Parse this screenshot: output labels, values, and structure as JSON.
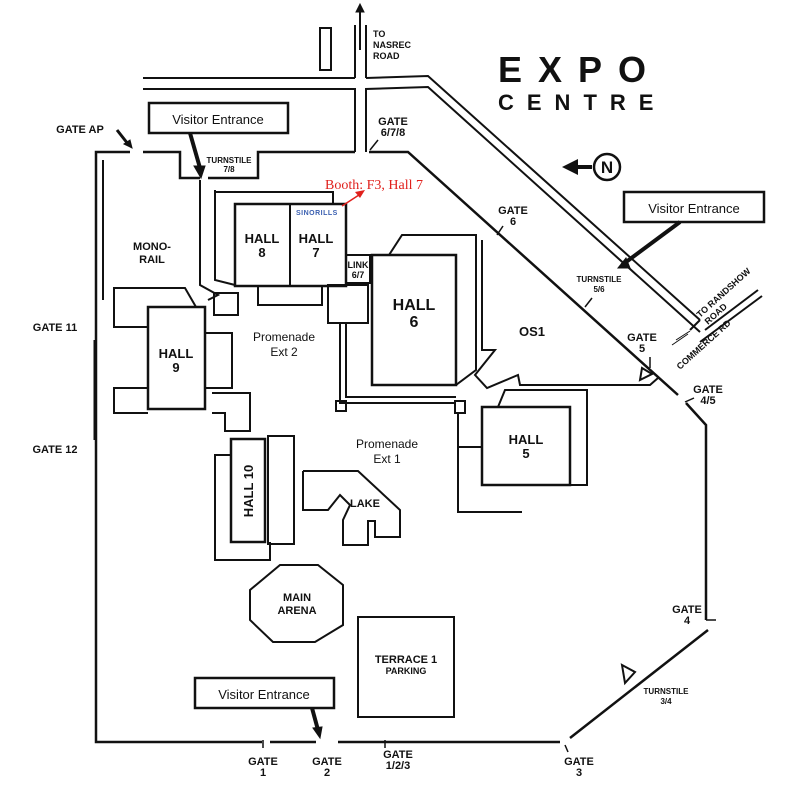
{
  "title": {
    "line1": "EXPO",
    "line2": "CENTRE"
  },
  "compass": {
    "label": "N",
    "icon": "north-arrow-icon"
  },
  "roads": {
    "nasrec": [
      "TO",
      "NASREC",
      "ROAD"
    ],
    "randshow": [
      "TO RANDSHOW",
      "ROAD"
    ],
    "commerce": "COMMERCE RD"
  },
  "visitor_entrances": [
    "Visitor Entrance",
    "Visitor Entrance",
    "Visitor Entrance"
  ],
  "booth_annotation": {
    "text": "Booth: F3, Hall 7",
    "color": "#e0201c"
  },
  "exhibitor_logo": {
    "text": "SINORILLS",
    "color": "#3a5fb0"
  },
  "halls": {
    "hall8": [
      "HALL",
      "8"
    ],
    "hall7": [
      "HALL",
      "7"
    ],
    "hall6": [
      "HALL",
      "6"
    ],
    "hall9": [
      "HALL",
      "9"
    ],
    "hall5": [
      "HALL",
      "5"
    ],
    "hall10": "HALL 10"
  },
  "areas": {
    "monorail": [
      "MONO-",
      "RAIL"
    ],
    "link": [
      "LINK",
      "6/7"
    ],
    "os1": "OS1",
    "promenade2": [
      "Promenade",
      "Ext 2"
    ],
    "promenade1": [
      "Promenade",
      "Ext 1"
    ],
    "lake": "LAKE",
    "arena": [
      "MAIN",
      "ARENA"
    ],
    "terrace": [
      "TERRACE 1",
      "PARKING"
    ]
  },
  "gates": {
    "ap": "GATE AP",
    "g678": [
      "GATE",
      "6/7/8"
    ],
    "g6": [
      "GATE",
      "6"
    ],
    "g5": [
      "GATE",
      "5"
    ],
    "g45": [
      "GATE",
      "4/5"
    ],
    "g4": [
      "GATE",
      "4"
    ],
    "g3": [
      "GATE",
      "3"
    ],
    "g123": [
      "GATE",
      "1/2/3"
    ],
    "g2": [
      "GATE",
      "2"
    ],
    "g1": [
      "GATE",
      "1"
    ],
    "g11": "GATE 11",
    "g12": "GATE 12"
  },
  "turnstiles": {
    "t78": [
      "TURNSTILE",
      "7/8"
    ],
    "t56": [
      "TURNSTILE",
      "5/6"
    ],
    "t34": [
      "TURNSTILE",
      "3/4"
    ]
  }
}
